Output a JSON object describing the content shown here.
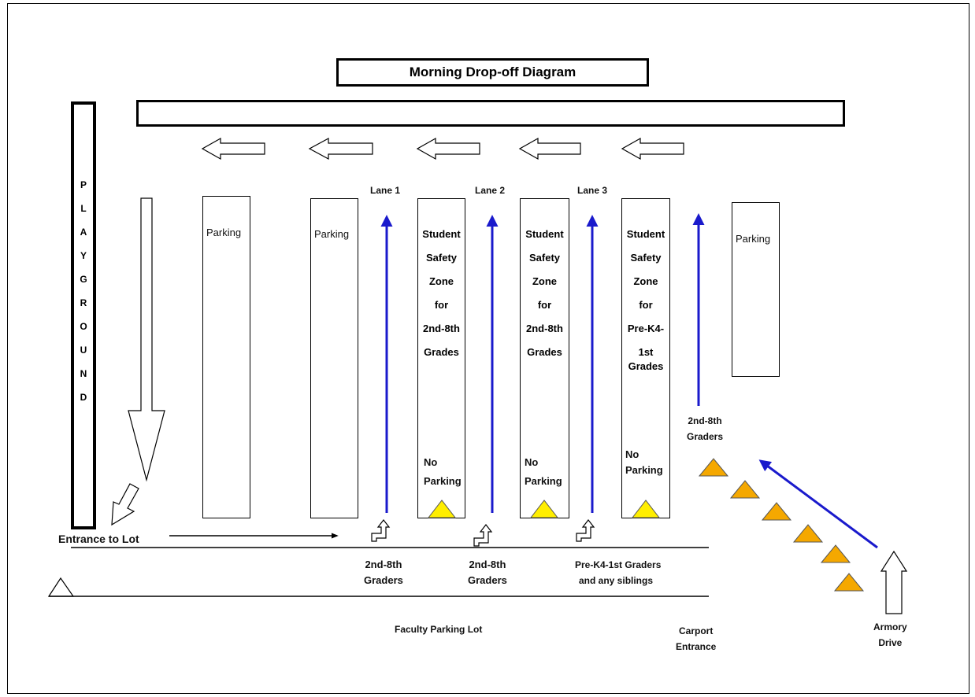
{
  "title": "Morning Drop-off Diagram",
  "playground_letters": [
    "P",
    "L",
    "A",
    "Y",
    "G",
    "R",
    "O",
    "U",
    "N",
    "D"
  ],
  "parking_label": "Parking",
  "lanes": [
    "Lane 1",
    "Lane 2",
    "Lane 3"
  ],
  "zones": [
    {
      "lines": [
        "Student",
        "Safety",
        "Zone",
        "for",
        "2nd-8th",
        "Grades"
      ],
      "no_parking": [
        "No",
        "Parking"
      ]
    },
    {
      "lines": [
        "Student",
        "Safety",
        "Zone",
        "for",
        "2nd-8th",
        "Grades"
      ],
      "no_parking": [
        "No",
        "Parking"
      ]
    },
    {
      "lines": [
        "Student",
        "Safety",
        "Zone",
        "for",
        "Pre-K4-",
        "1st",
        "Grades"
      ],
      "no_parking": [
        "No",
        "Parking"
      ]
    }
  ],
  "bottom_labels": {
    "lane1": [
      "2nd-8th",
      "Graders"
    ],
    "lane2": [
      "2nd-8th",
      "Graders"
    ],
    "lane3": [
      "Pre-K4-1st Graders",
      "and  any siblings"
    ]
  },
  "right_graders": [
    "2nd-8th",
    "Graders"
  ],
  "entrance": "Entrance to Lot",
  "faculty_lot": "Faculty Parking Lot",
  "carport": [
    "Carport",
    "Entrance"
  ],
  "armory": [
    "Armory",
    "Drive"
  ],
  "colors": {
    "flow_arrow": "#1a1acc",
    "cone_orange": "#f5a800",
    "cone_yellow": "#ffee00"
  }
}
